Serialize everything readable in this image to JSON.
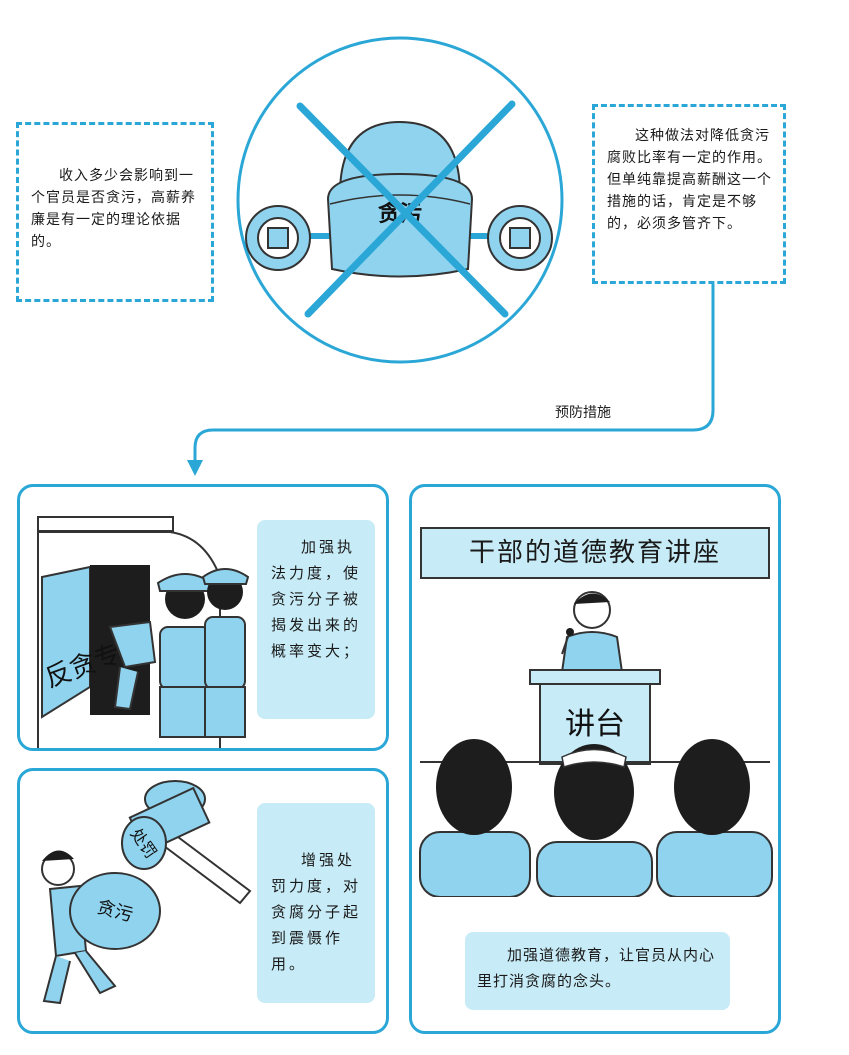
{
  "left_callout": {
    "text": "收入多少会影响到一个官员是否贪污，高薪养廉是有一定的理论依据的。"
  },
  "right_callout": {
    "text": "这种做法对降低贪污腐败比率有一定的作用。但单纯靠提高薪酬这一个措施的话，肯定是不够的，必须多管齐下。"
  },
  "center_hat": {
    "label": "贪污"
  },
  "arrow_label": "预防措施",
  "panel_enforcement": {
    "note": "加强执法力度，使贪污分子被揭发出来的概率变大；",
    "van_label": "反贪专组"
  },
  "panel_punishment": {
    "note": "增强处罚力度，对贪腐分子起到震慑作用。",
    "stamp_label": "处罚",
    "bag_label": "贪污"
  },
  "panel_education": {
    "banner": "干部的道德教育讲座",
    "podium_label": "讲台",
    "note": "加强道德教育，让官员从内心里打消贪腐的念头。"
  },
  "colors": {
    "accent": "#2aa7d6",
    "light_blue": "#c8ecf7",
    "fill_blue": "#8fd3ee"
  }
}
